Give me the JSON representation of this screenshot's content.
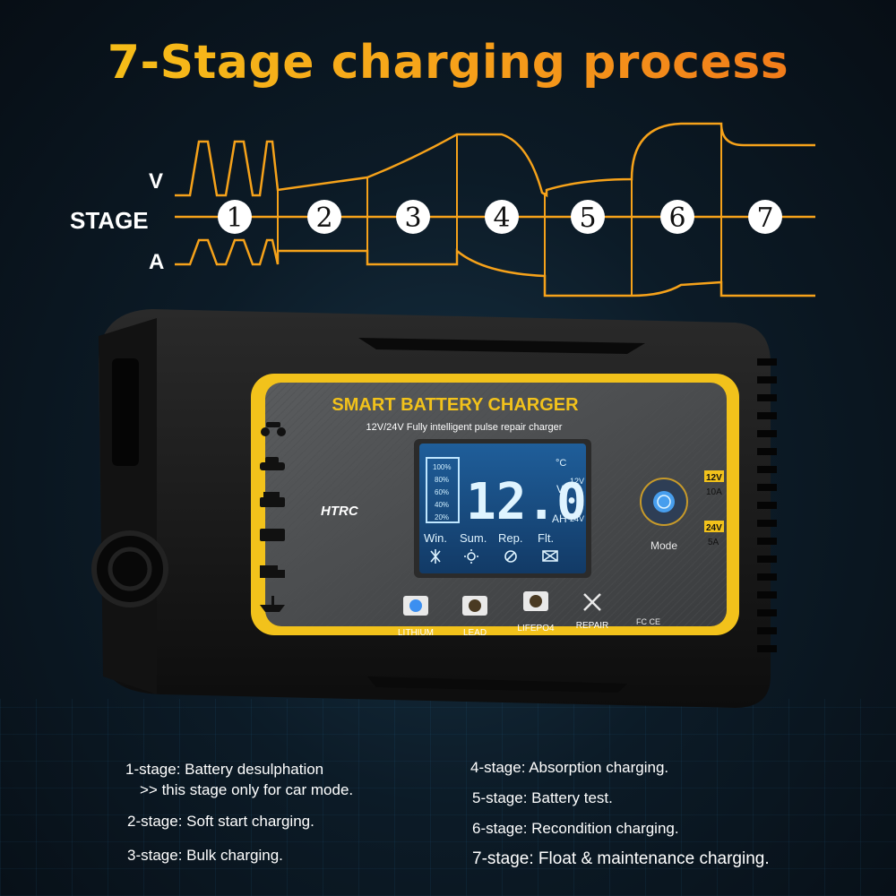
{
  "title": "7-Stage charging process",
  "diagram": {
    "label_v": "V",
    "label_stage": "STAGE",
    "label_a": "A",
    "stages": [
      "1",
      "2",
      "3",
      "4",
      "5",
      "6",
      "7"
    ],
    "line_color": "#f6a21a"
  },
  "device": {
    "heading": "SMART BATTERY CHARGER",
    "subheading": "12V/24V Fully intelligent pulse repair charger",
    "brand": "HTRC",
    "display": {
      "value": "12.0",
      "unit_temp": "°C",
      "unit_v": "V",
      "unit_ah": "AH",
      "voltage_12": "12V",
      "voltage_24": "24V",
      "levels": [
        "100%",
        "80%",
        "60%",
        "40%",
        "20%"
      ],
      "modes": [
        "Win.",
        "Sum.",
        "Rep.",
        "Flt."
      ]
    },
    "mode_label": "Mode",
    "outputs": [
      {
        "voltage": "12V",
        "current": "10A"
      },
      {
        "voltage": "24V",
        "current": "5A"
      }
    ],
    "battery_types": [
      "LITHIUM",
      "LEAD",
      "LIFEPO4",
      "REPAIR"
    ],
    "certifications": "FC CE",
    "vehicle_icons": [
      "motorcycle-icon",
      "car-icon",
      "suv-icon",
      "van-icon",
      "truck-icon",
      "boat-icon"
    ],
    "accent_color": "#f2c21b",
    "lcd_color": "#7fd0ff"
  },
  "notes": {
    "left": [
      "1-stage: Battery desulphation",
      ">> this stage only for car mode.",
      "2-stage: Soft start charging.",
      "3-stage: Bulk charging."
    ],
    "right": [
      "4-stage: Absorption charging.",
      "5-stage: Battery test.",
      "6-stage: Recondition charging.",
      "7-stage: Float & maintenance charging."
    ]
  }
}
